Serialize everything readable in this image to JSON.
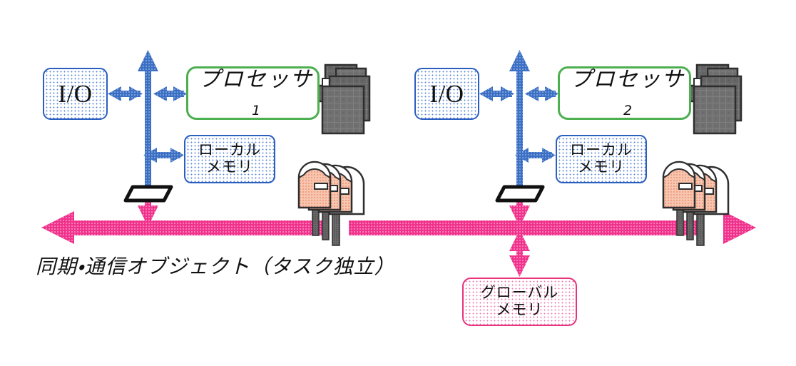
{
  "diagram": {
    "title": "同期・通信オブジェクト（タスク独立）",
    "background_color": "#ffffff",
    "colors": {
      "blue": "#3b6fc4",
      "blue_border": "#2a5fbf",
      "blue_dots": "#5a86d8",
      "green": "#4caf50",
      "pink": "#f0328c",
      "pink_border": "#e8327c",
      "pink_dots": "#f07ab0",
      "gray_icon": "#6e6e6e",
      "gray_icon_dark": "#3a3a3a",
      "salmon": "#f6b49a",
      "black": "#111111"
    }
  },
  "nodes": {
    "io_1": {
      "label": "I/O",
      "name": "io-box-1"
    },
    "io_2": {
      "label": "I/O",
      "name": "io-box-2"
    },
    "processor_1": {
      "label": "プロセッサ",
      "subscript": "1"
    },
    "processor_2": {
      "label": "プロセッサ",
      "subscript": "2"
    },
    "local_memory_1": {
      "line1": "ローカル",
      "line2": "メモリ"
    },
    "local_memory_2": {
      "line1": "ローカル",
      "line2": "メモリ"
    },
    "global_memory": {
      "line1": "グローバル",
      "line2": "メモリ"
    }
  },
  "icons": {
    "display_stack_1": "display-stack-icon",
    "display_stack_2": "display-stack-icon",
    "task_group_1": "task-group-icon",
    "task_group_2": "task-group-icon",
    "bus_gateway_1": "bus-gateway-icon",
    "bus_gateway_2": "bus-gateway-icon"
  },
  "connectors": {
    "io_to_spine_1": "bidirectional-arrow",
    "spine_to_processor_1": "bidirectional-arrow",
    "spine_to_local_memory_1": "bidirectional-arrow",
    "spine_vertical_1": "up-arrow",
    "spine_to_bus_1": "down-arrow",
    "io_to_spine_2": "bidirectional-arrow",
    "spine_to_processor_2": "bidirectional-arrow",
    "spine_to_local_memory_2": "bidirectional-arrow",
    "spine_vertical_2": "up-arrow",
    "spine_to_bus_2": "down-arrow",
    "bus_to_global_memory": "bidirectional-arrow",
    "communication_bus": "horizontal-bidirectional-bus"
  }
}
